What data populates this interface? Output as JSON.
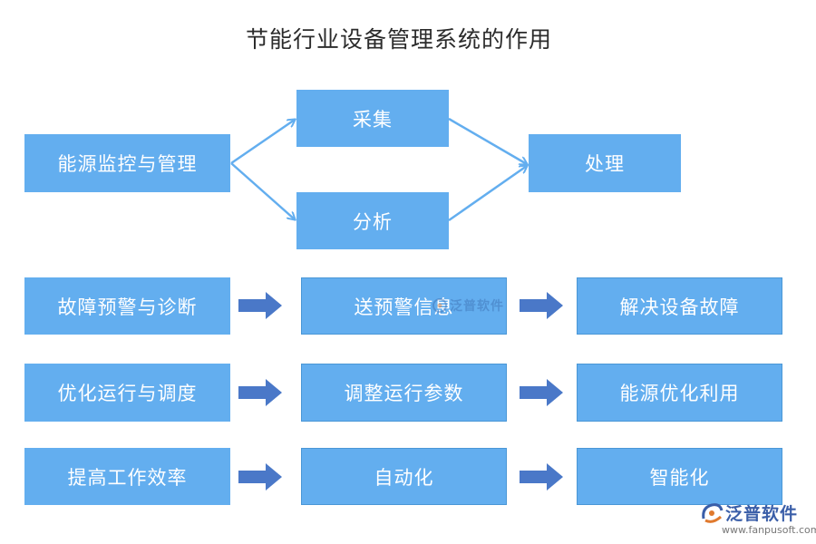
{
  "title": "节能行业设备管理系统的作用",
  "top_flow": {
    "source": "能源监控与管理",
    "upper": "采集",
    "lower": "分析",
    "target": "处理"
  },
  "rows": [
    {
      "start": "故障预警与诊断",
      "middle": "送预警信息",
      "end": "解决设备故障"
    },
    {
      "start": "优化运行与调度",
      "middle": "调整运行参数",
      "end": "能源优化利用"
    },
    {
      "start": "提高工作效率",
      "middle": "自动化",
      "end": "智能化"
    }
  ],
  "watermark": {
    "text": "泛普软件"
  },
  "logo": {
    "name": "泛普软件",
    "url": "www.fanpusoft.com"
  },
  "colors": {
    "box_fill": "#63aeef",
    "box_text": "#ffffff",
    "thin_arrow": "#63aeef",
    "block_arrow": "#4a78c8",
    "title_text": "#2b2b2b"
  }
}
